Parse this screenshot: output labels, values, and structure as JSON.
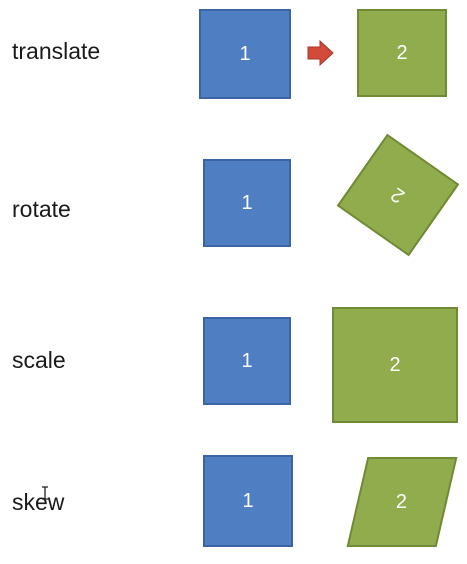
{
  "rows": {
    "translate": {
      "label": "translate",
      "source": "1",
      "target": "2"
    },
    "rotate": {
      "label": "rotate",
      "source": "1",
      "target": "2"
    },
    "scale": {
      "label": "scale",
      "source": "1",
      "target": "2"
    },
    "skew": {
      "label": "skew",
      "source": "1",
      "target": "2"
    }
  },
  "colors": {
    "source_fill": "#4f7ec2",
    "source_border": "#3a64a3",
    "target_fill": "#91ac4d",
    "target_border": "#718a36",
    "arrow": "#d24b3a"
  },
  "icons": {
    "arrow": "arrow-right-icon",
    "cursor": "text-cursor-icon"
  }
}
